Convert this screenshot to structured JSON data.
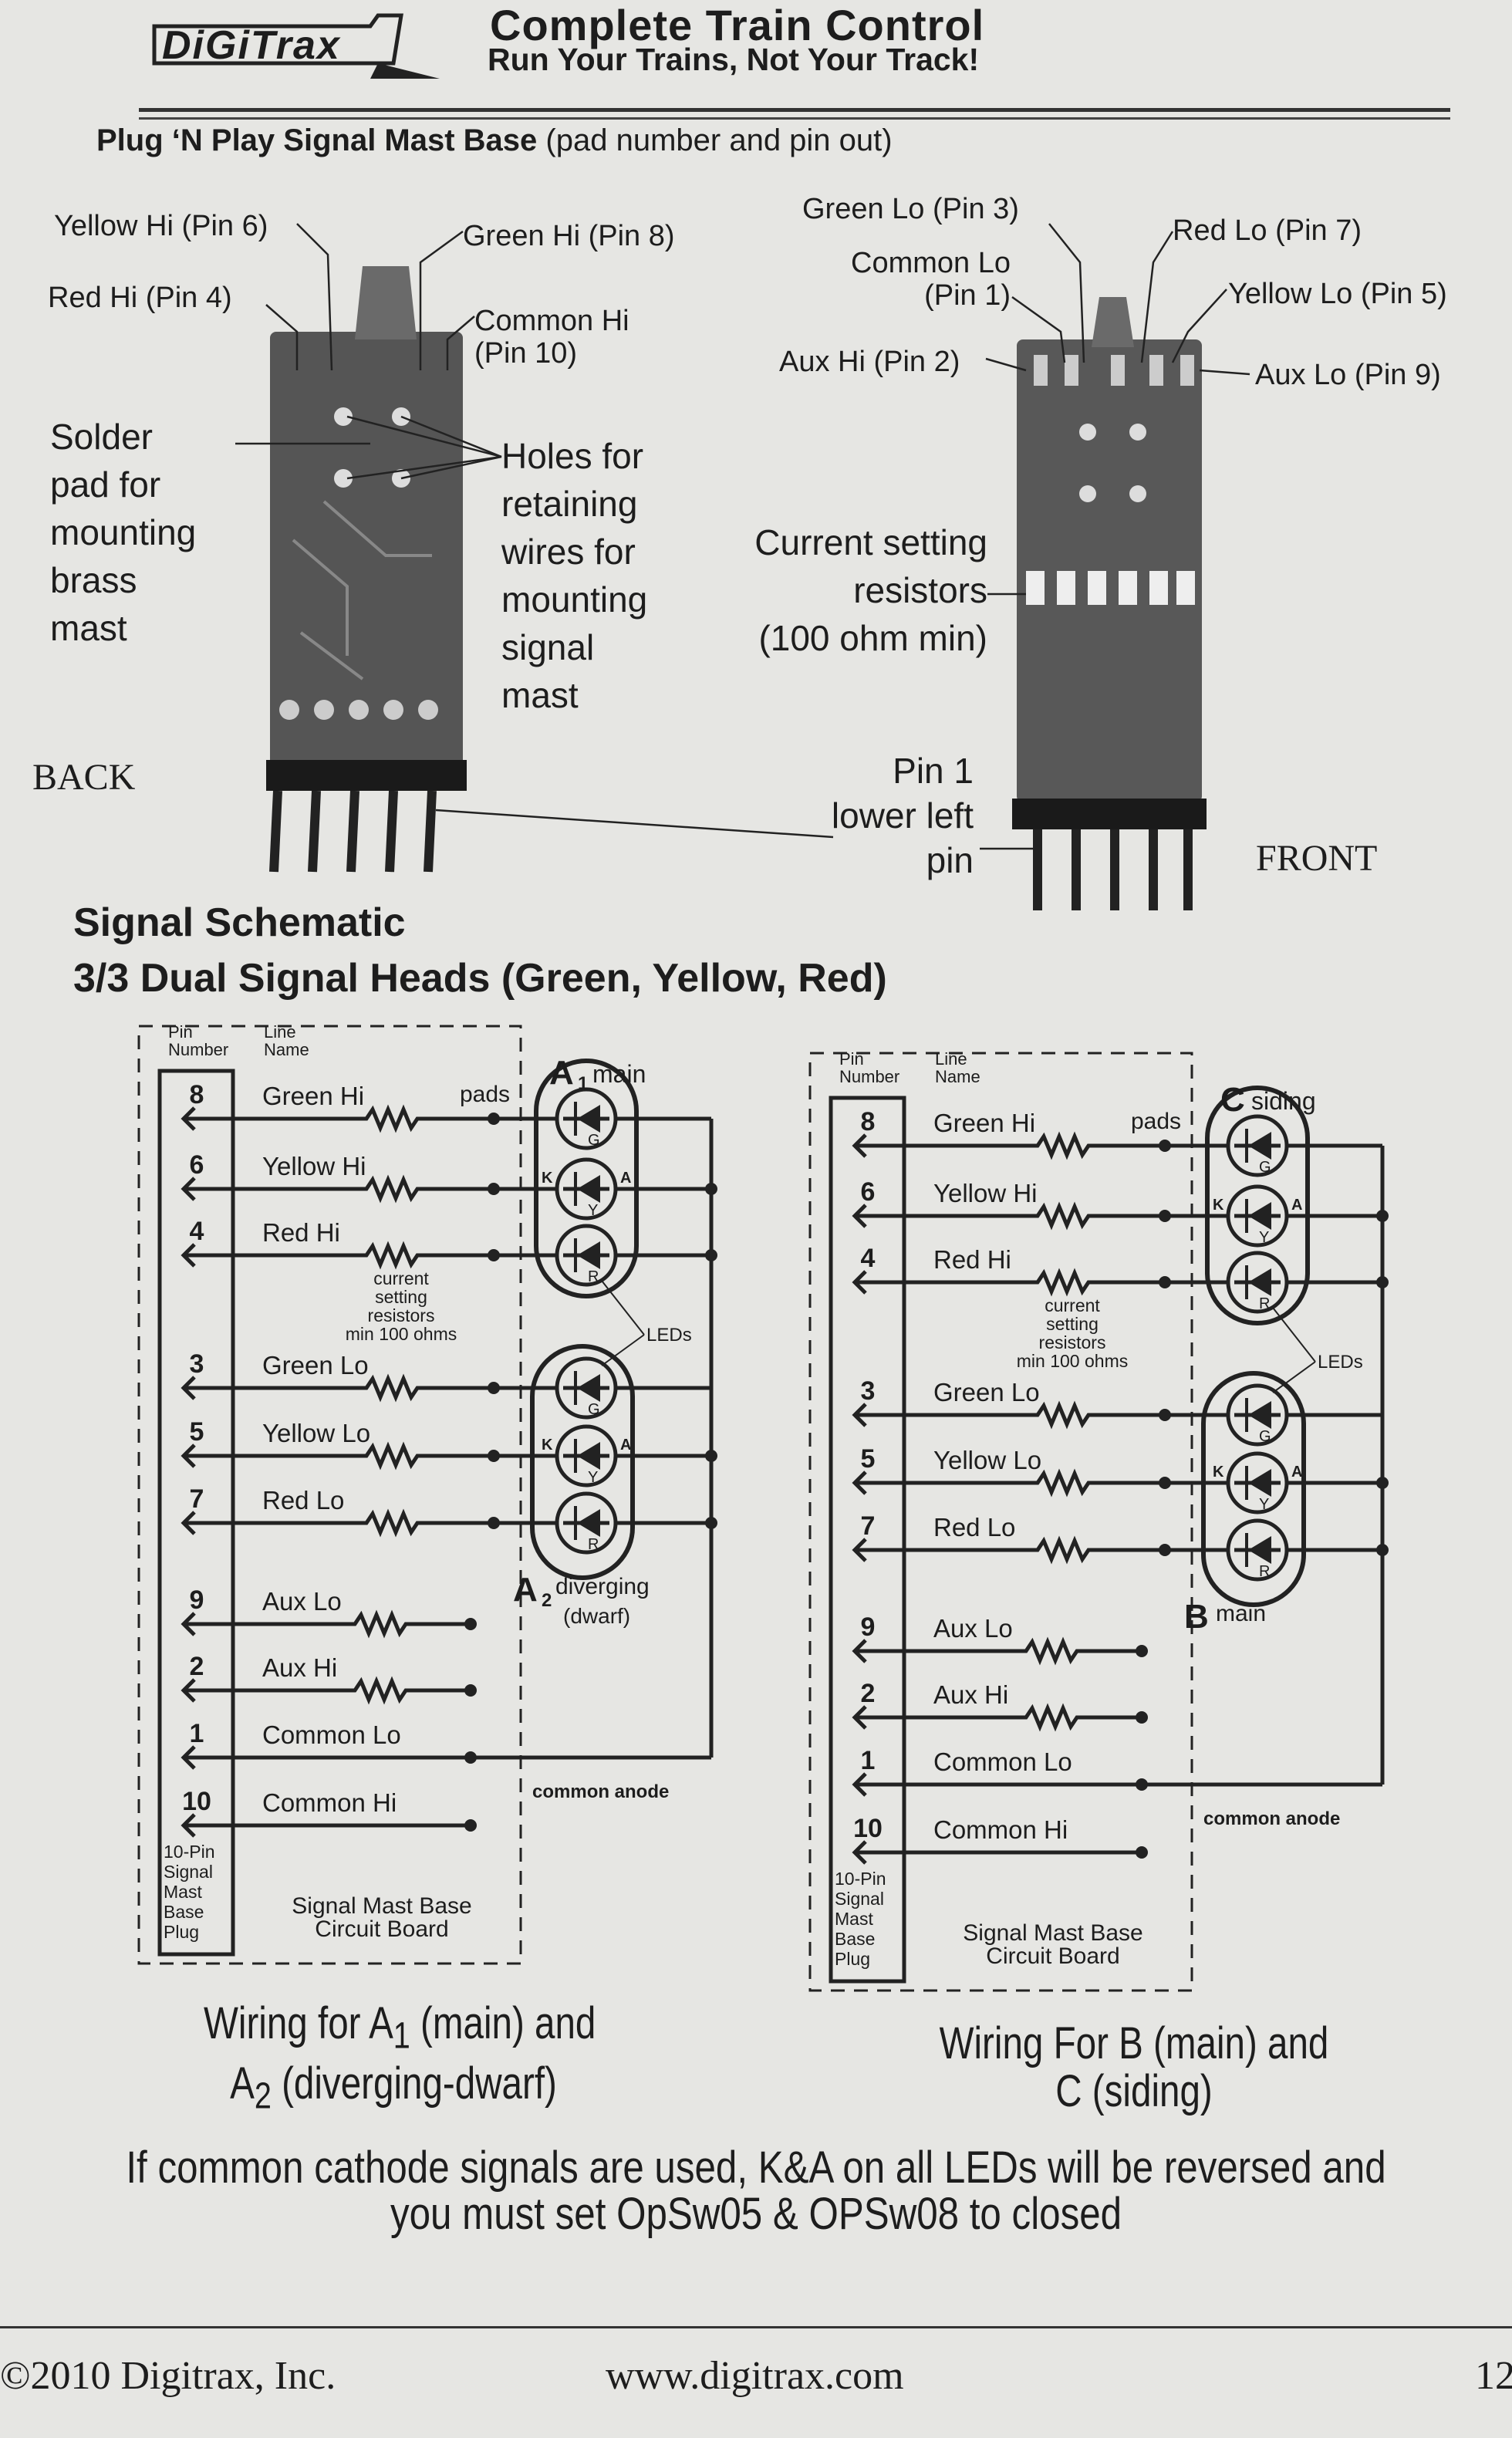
{
  "header": {
    "logo_text": "DiGiTrax",
    "title": "Complete Train Control",
    "tagline": "Run Your Trains, Not Your Track!"
  },
  "subtitle": {
    "bold": "Plug ‘N Play Signal Mast Base",
    "rest": " (pad number and pin out)"
  },
  "back_photo": {
    "yellow_hi": "Yellow Hi (Pin 6)",
    "green_hi": "Green Hi (Pin 8)",
    "red_hi": "Red Hi (Pin 4)",
    "common_hi": [
      "Common Hi",
      "(Pin 10)"
    ],
    "solder_pad": [
      "Solder",
      "pad for",
      "mounting",
      "brass",
      "mast"
    ],
    "holes": [
      "Holes for",
      "retaining",
      "wires for",
      "mounting",
      "signal",
      "mast"
    ],
    "side_label": "BACK"
  },
  "front_photo": {
    "green_lo": "Green Lo (Pin 3)",
    "common_lo": [
      "Common Lo",
      "(Pin 1)"
    ],
    "red_lo": "Red Lo (Pin 7)",
    "yellow_lo": "Yellow Lo (Pin 5)",
    "aux_hi": "Aux Hi (Pin 2)",
    "aux_lo": "Aux Lo (Pin 9)",
    "resistors": [
      "Current setting",
      "resistors",
      "(100 ohm min)"
    ],
    "pin1": [
      "Pin 1",
      "lower left",
      "pin"
    ],
    "side_label": "FRONT"
  },
  "section": {
    "title": "Signal Schematic",
    "subtitle": "3/3 Dual Signal Heads (Green, Yellow, Red)"
  },
  "schematic_common": {
    "col_pin": [
      "Pin",
      "Number"
    ],
    "col_line": [
      "Line",
      "Name"
    ],
    "pads": "pads",
    "resistor_note": [
      "current",
      "setting",
      "resistors",
      "min 100 ohms"
    ],
    "leds": "LEDs",
    "led_colors": [
      "G",
      "Y",
      "R"
    ],
    "cathode": "K",
    "anode": "A",
    "common_anode": "common anode",
    "plug": [
      "10-Pin",
      "Signal",
      "Mast",
      "Base",
      "Plug"
    ],
    "board": [
      "Signal Mast Base",
      "Circuit Board"
    ],
    "rows": [
      {
        "pin": "8",
        "name": "Green Hi"
      },
      {
        "pin": "6",
        "name": "Yellow Hi"
      },
      {
        "pin": "4",
        "name": "Red Hi"
      },
      {
        "pin": "3",
        "name": "Green Lo"
      },
      {
        "pin": "5",
        "name": "Yellow Lo"
      },
      {
        "pin": "7",
        "name": "Red Lo"
      },
      {
        "pin": "9",
        "name": "Aux Lo"
      },
      {
        "pin": "2",
        "name": "Aux Hi"
      },
      {
        "pin": "1",
        "name": "Common Lo"
      },
      {
        "pin": "10",
        "name": "Common Hi"
      }
    ]
  },
  "schematics": [
    {
      "top_head": {
        "letter": "A",
        "sub": "1",
        "label": "main"
      },
      "bottom_head": {
        "letter": "A",
        "sub": "2",
        "label": "diverging",
        "label2": "(dwarf)"
      },
      "caption": [
        "Wiring for A",
        "1",
        " (main) and",
        "A",
        "2",
        " (diverging-dwarf)"
      ]
    },
    {
      "top_head": {
        "letter": "C",
        "sub": "",
        "label": "siding"
      },
      "bottom_head": {
        "letter": "B",
        "sub": "",
        "label": "main",
        "label2": ""
      },
      "caption": [
        "Wiring For B (main) and",
        "",
        "",
        "C (siding)",
        "",
        ""
      ]
    }
  ],
  "note": "If common cathode signals are used, K&A on all LEDs will be reversed and you must set OpSw05 & OPSw08 to closed",
  "footer": {
    "copyright": "©2010 Digitrax, Inc.",
    "url": "www.digitrax.com",
    "page": "12"
  }
}
